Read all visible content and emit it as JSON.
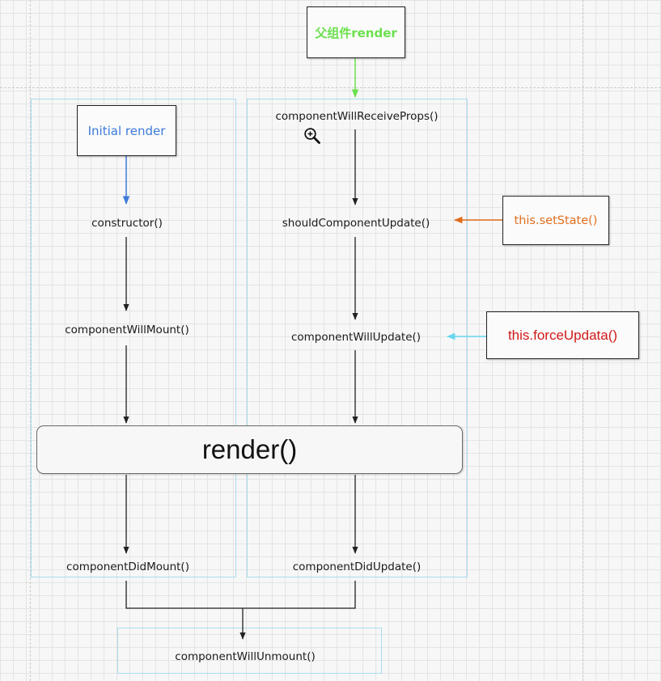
{
  "diagram": {
    "parent_render": "父组件render",
    "initial_render": "Initial render",
    "set_state": "this.setState()",
    "force_update": "this.forceUpdata()",
    "render": "render()",
    "mount": {
      "constructor": "constructor()",
      "will_mount": "componentWillMount()",
      "did_mount": "componentDidMount()"
    },
    "update": {
      "will_receive_props": "componentWillReceiveProps()",
      "should_update": "shouldComponentUpdate()",
      "will_update": "componentWillUpdate()",
      "did_update": "componentDidUpdate()"
    },
    "will_unmount": "componentWillUnmount()"
  },
  "colors": {
    "parent": "#6be04d",
    "initial": "#3d7ad9",
    "set_state": "#e26d1b",
    "force_update": "#d11a1a",
    "force_arrow": "#67d7ee",
    "panel_border": "#a9dced",
    "flow": "#222222"
  },
  "icons": {
    "cursor": "zoom-in-icon"
  }
}
